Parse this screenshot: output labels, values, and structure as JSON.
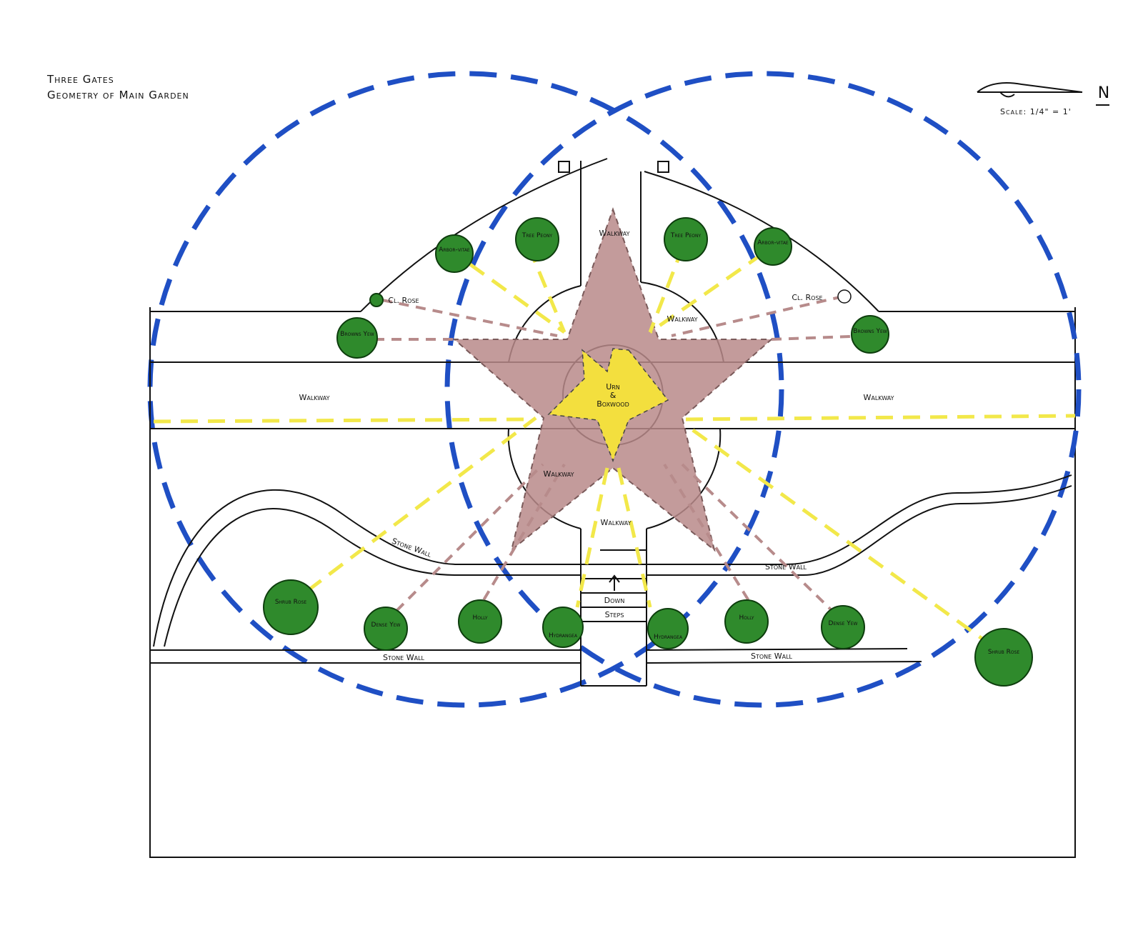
{
  "title": {
    "line1": "Three Gates",
    "line2": "Geometry of Main Garden"
  },
  "north_arrow": {
    "label": "N",
    "icon": "north-arrow-icon"
  },
  "scale": "Scale: 1/4\" = 1'",
  "labels": {
    "walkway_top": "Walkway",
    "walkway_right_center": "Walkway",
    "walkway_left": "Walkway",
    "walkway_right": "Walkway",
    "walkway_lower": "Walkway",
    "walkway_bottom": "Walkway",
    "center_line1": "Urn",
    "center_line2": "&",
    "center_line3": "Boxwood",
    "stone_wall_upper_left": "Stone Wall",
    "stone_wall_upper_right": "Stone Wall",
    "stone_wall_lower_left": "Stone Wall",
    "stone_wall_lower_right": "Stone Wall",
    "down": "Down",
    "steps": "Steps",
    "cl_rose_left": "Cl. Rose",
    "cl_rose_right": "Cl. Rose"
  },
  "plants": [
    {
      "name": "Tree Peony",
      "id": "tree-peony-left"
    },
    {
      "name": "Tree Peony",
      "id": "tree-peony-right"
    },
    {
      "name": "Arbor-vitae",
      "id": "arborvitae-left"
    },
    {
      "name": "Arbor-vitae",
      "id": "arborvitae-right"
    },
    {
      "name": "Browns Yew",
      "id": "browns-yew-left"
    },
    {
      "name": "Browns Yew",
      "id": "browns-yew-right"
    },
    {
      "name": "Shrub Rose",
      "id": "shrub-rose-left"
    },
    {
      "name": "Shrub Rose",
      "id": "shrub-rose-right"
    },
    {
      "name": "Dense Yew",
      "id": "dense-yew-left"
    },
    {
      "name": "Dense Yew",
      "id": "dense-yew-right"
    },
    {
      "name": "Holly",
      "id": "holly-left"
    },
    {
      "name": "Holly",
      "id": "holly-right"
    },
    {
      "name": "Hydrangea",
      "id": "hydrangea-left"
    },
    {
      "name": "Hydrangea",
      "id": "hydrangea-right"
    }
  ],
  "colors": {
    "circle_blue": "#1f4fc4",
    "star_fill": "#b88a8a",
    "inner_star": "#f3df3e",
    "yellow_line": "#f2e84a",
    "plant_green": "#2f8a2c",
    "pink_line": "#b78b8b"
  }
}
